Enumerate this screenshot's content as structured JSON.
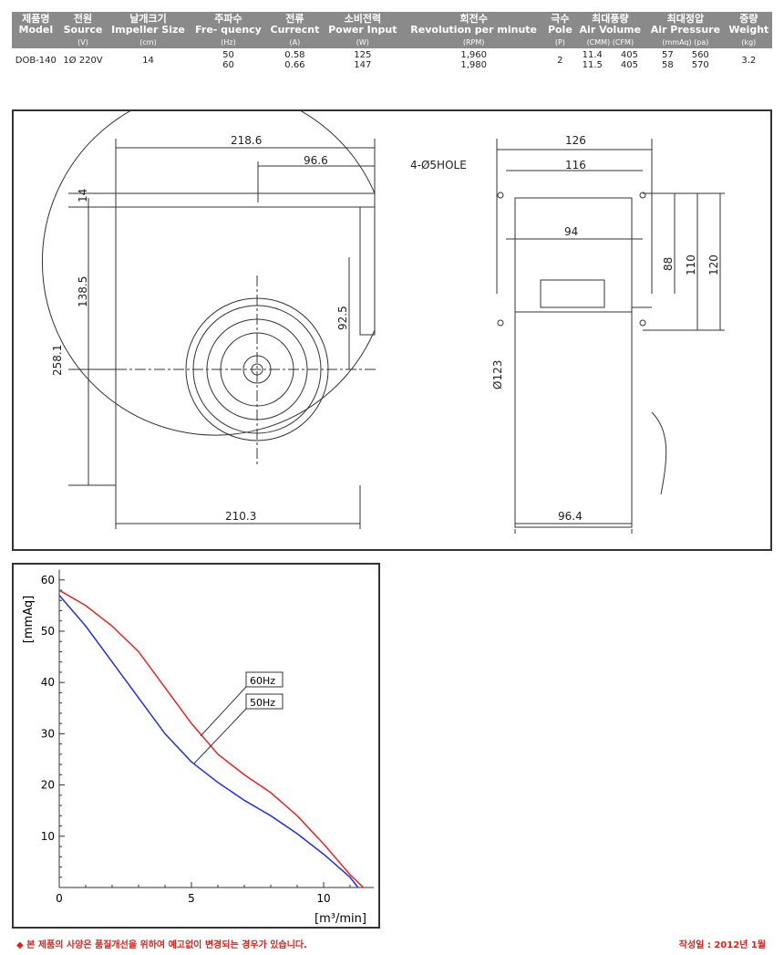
{
  "table": {
    "headers": [
      {
        "ko": "제품명",
        "en": "Model",
        "unit": ""
      },
      {
        "ko": "전원",
        "en": "Source",
        "unit": "(V)"
      },
      {
        "ko": "날개크기",
        "en": "Impeller Size",
        "unit": "(cm)"
      },
      {
        "ko": "주파수",
        "en": "Fre- quency",
        "unit": "(Hz)"
      },
      {
        "ko": "전류",
        "en": "Currecnt",
        "unit": "(A)"
      },
      {
        "ko": "소비전력",
        "en": "Power Input",
        "unit": "(W)"
      },
      {
        "ko": "회전수",
        "en": "Revolution per minute",
        "unit": "(RPM)"
      },
      {
        "ko": "극수",
        "en": "Pole",
        "unit": "(P)"
      },
      {
        "ko": "최대풍량",
        "en": "Air Volume",
        "unit": "(CMM)   (CFM)"
      },
      {
        "ko": "최대정압",
        "en": "Air Pressure",
        "unit": "(mmAq)   (pa)"
      },
      {
        "ko": "중량",
        "en": "Weight",
        "unit": "(kg)"
      }
    ],
    "row": {
      "model": "DOB-140",
      "source": "1Ø 220V",
      "size": "14",
      "freq": [
        "50",
        "60"
      ],
      "current": [
        "0.58",
        "0.66"
      ],
      "power": [
        "125",
        "147"
      ],
      "rpm": [
        "1,960",
        "1,980"
      ],
      "pole": "2",
      "cmm": [
        "11.4",
        "11.5"
      ],
      "cfm": [
        "405",
        "405"
      ],
      "mmaq": [
        "57",
        "58"
      ],
      "pa": [
        "560",
        "570"
      ],
      "weight": "3.2"
    }
  },
  "drawing": {
    "dims": [
      "218.6",
      "96.6",
      "14",
      "138.5",
      "92.5",
      "258.1",
      "210.3",
      "126",
      "116",
      "4-Ø5HOLE",
      "94",
      "88",
      "110",
      "120",
      "Ø123",
      "96.4"
    ]
  },
  "chart_data": {
    "type": "line",
    "xlabel": "[m³/min]",
    "ylabel": "[mmAq]",
    "xlim": [
      0,
      11.5
    ],
    "ylim": [
      0,
      60
    ],
    "xticks": [
      0,
      5,
      10
    ],
    "yticks": [
      10,
      20,
      30,
      40,
      50,
      60
    ],
    "series": [
      {
        "name": "60Hz",
        "color": "#e8231e",
        "x": [
          0,
          1,
          2,
          3,
          4,
          5,
          6,
          7,
          8,
          9,
          10,
          11,
          11.5
        ],
        "y": [
          58,
          55,
          51,
          46,
          39,
          32,
          26,
          22,
          18.5,
          14,
          8.5,
          2.5,
          0
        ]
      },
      {
        "name": "50Hz",
        "color": "#2030e0",
        "x": [
          0,
          1,
          2,
          3,
          4,
          5,
          6,
          7,
          8,
          9,
          10,
          11,
          11.3
        ],
        "y": [
          57,
          51,
          44,
          37,
          30,
          24.5,
          20.5,
          17,
          14,
          10.5,
          6.5,
          2,
          0
        ]
      }
    ]
  },
  "footer": {
    "note": "◆ 본 제품의 사양은 품질개선을 위하여 예고없이 변경되는 경우가 있습니다.",
    "date": "작성일 : 2012년 1월"
  }
}
